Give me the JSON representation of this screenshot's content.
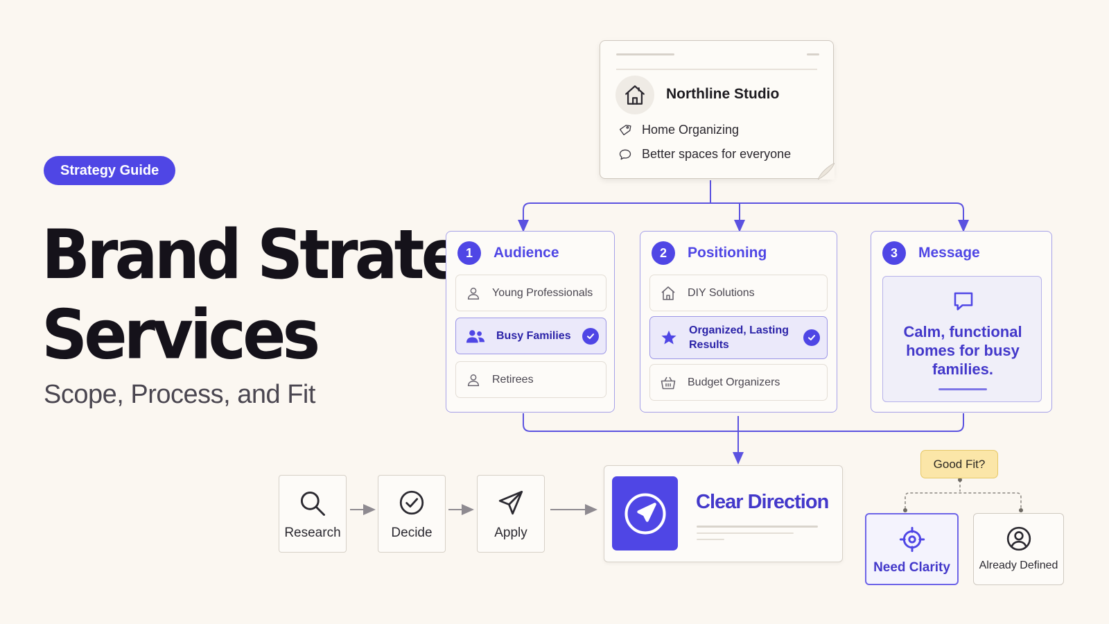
{
  "hero": {
    "badge": "Strategy Guide",
    "title_line1": "Brand Strategy",
    "title_line2": "Services",
    "subtitle": "Scope, Process, and Fit"
  },
  "brand_card": {
    "name": "Northline Studio",
    "category": "Home Organizing",
    "tagline": "Better spaces for everyone"
  },
  "columns": [
    {
      "number": "1",
      "title": "Audience",
      "options": [
        {
          "label": "Young Professionals",
          "icon": "person-icon",
          "selected": false
        },
        {
          "label": "Busy Families",
          "icon": "group-icon",
          "selected": true
        },
        {
          "label": "Retirees",
          "icon": "person-icon",
          "selected": false
        }
      ]
    },
    {
      "number": "2",
      "title": "Positioning",
      "options": [
        {
          "label": "DIY Solutions",
          "icon": "house-icon",
          "selected": false
        },
        {
          "label": "Organized, Lasting Results",
          "icon": "star-icon",
          "selected": true
        },
        {
          "label": "Budget Organizers",
          "icon": "basket-icon",
          "selected": false
        }
      ]
    },
    {
      "number": "3",
      "title": "Message",
      "message": "Calm, functional homes for busy families.",
      "message_icon": "speech-bubble-icon"
    }
  ],
  "process": {
    "steps": [
      {
        "label": "Research",
        "icon": "magnifier-icon"
      },
      {
        "label": "Decide",
        "icon": "check-circle-icon"
      },
      {
        "label": "Apply",
        "icon": "paper-plane-icon"
      }
    ],
    "result": "Clear Direction",
    "result_icon": "navigation-arrow-icon"
  },
  "fit": {
    "question": "Good Fit?",
    "options": [
      {
        "label": "Need Clarity",
        "icon": "target-icon",
        "highlighted": true
      },
      {
        "label": "Already Defined",
        "icon": "user-circle-icon",
        "highlighted": false
      }
    ]
  },
  "colors": {
    "accent": "#4f46e5",
    "background": "#fbf7f1",
    "selected_fill": "#ebe9fa",
    "note_yellow": "#fbe6a8"
  }
}
